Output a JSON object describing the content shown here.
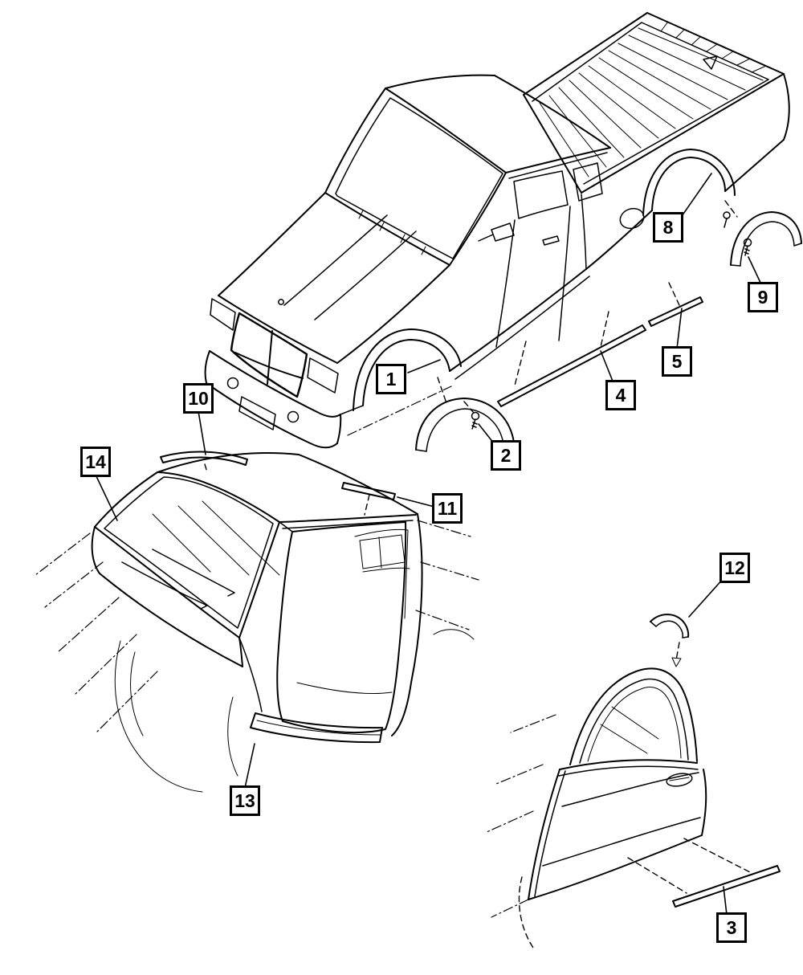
{
  "diagram": {
    "background_color": "#ffffff",
    "line_color": "#000000",
    "callouts": [
      {
        "label": "1"
      },
      {
        "label": "2"
      },
      {
        "label": "3"
      },
      {
        "label": "4"
      },
      {
        "label": "5"
      },
      {
        "label": "8"
      },
      {
        "label": "9"
      },
      {
        "label": "10"
      },
      {
        "label": "11"
      },
      {
        "label": "12"
      },
      {
        "label": "13"
      },
      {
        "label": "14"
      }
    ]
  }
}
